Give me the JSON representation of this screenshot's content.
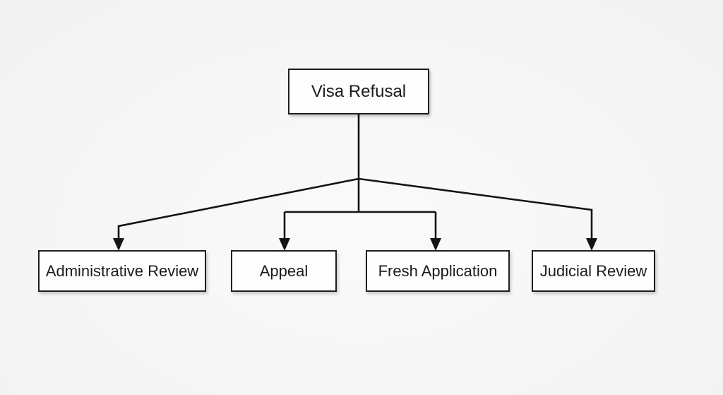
{
  "diagram": {
    "type": "flowchart",
    "root": {
      "label": "Visa Refusal"
    },
    "children": [
      {
        "label": "Administrative Review"
      },
      {
        "label": "Appeal"
      },
      {
        "label": "Fresh Application"
      },
      {
        "label": "Judicial Review"
      }
    ]
  },
  "colors": {
    "box_fill": "#fefefe",
    "box_border": "#1f1f1f",
    "line": "#141414",
    "text": "#1b1b1b",
    "background_center": "#fafafa",
    "background_edge": "#e2e2e2"
  }
}
